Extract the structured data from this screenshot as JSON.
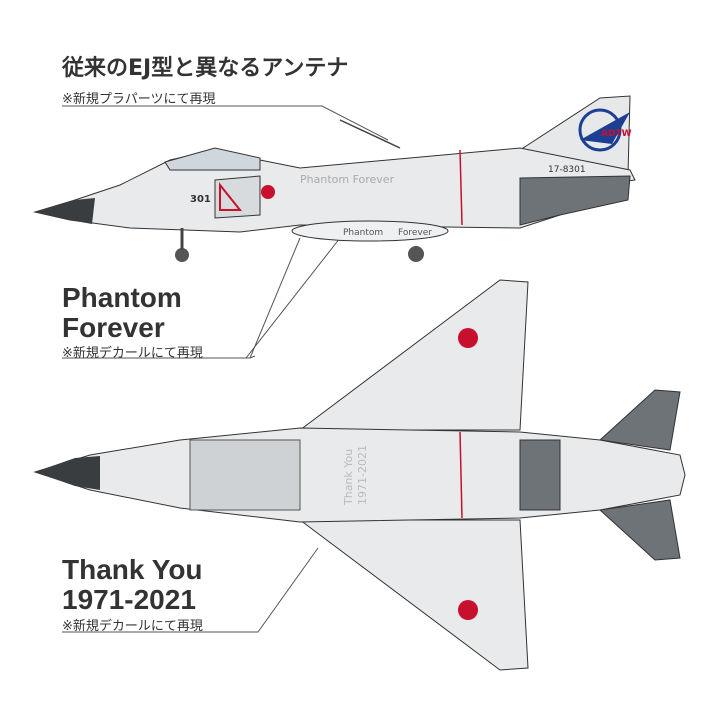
{
  "callouts": {
    "antenna": {
      "title": "従来のEJ型と異なるアンテナ",
      "note": "※新規プラパーツにて再現"
    },
    "phantom_forever": {
      "title_line1": "Phantom",
      "title_line2": "Forever",
      "note": "※新規デカールにて再現"
    },
    "thank_you": {
      "title_line1": "Thank You",
      "title_line2": "1971-2021",
      "note": "※新規デカールにて再現"
    }
  },
  "aircraft_markings": {
    "serial": "17-8301",
    "unit": "ADTW",
    "nose_number": "301",
    "fuselage_text": "Phantom Forever",
    "tank_text_1": "Phantom",
    "tank_text_2": "Forever",
    "top_text_1": "Thank You",
    "top_text_2": "1971-2021"
  },
  "colors": {
    "hinomaru": "#c8102e",
    "unit_blue": "#1c3f94",
    "body": "#e8eaec",
    "panel": "#6e7378",
    "line": "#333333"
  }
}
